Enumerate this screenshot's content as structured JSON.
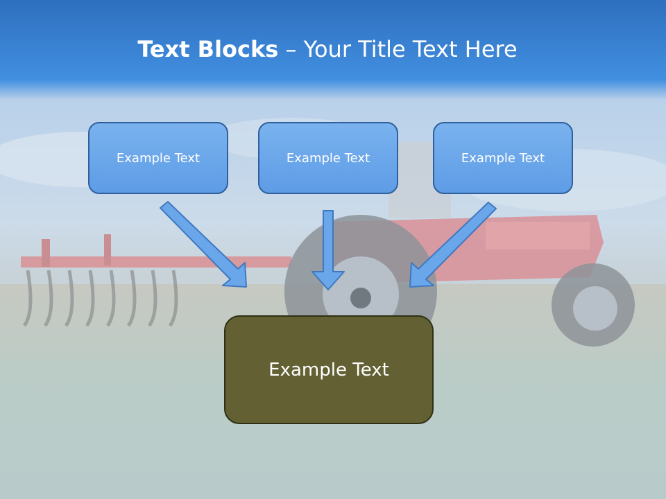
{
  "title": {
    "bold": "Text Blocks",
    "dash": " – ",
    "rest": "Your Title Text Here"
  },
  "blocks": [
    {
      "label": "Example Text"
    },
    {
      "label": "Example Text"
    },
    {
      "label": "Example Text"
    }
  ],
  "target_block": {
    "label": "Example Text"
  },
  "colors": {
    "header_blue": "#3b83d6",
    "block_fill": "#6aa6ea",
    "block_border": "#2f5f9c",
    "target_fill": "#636133",
    "arrow_fill": "#6aa6ea"
  },
  "background": "tractor-field-photo"
}
